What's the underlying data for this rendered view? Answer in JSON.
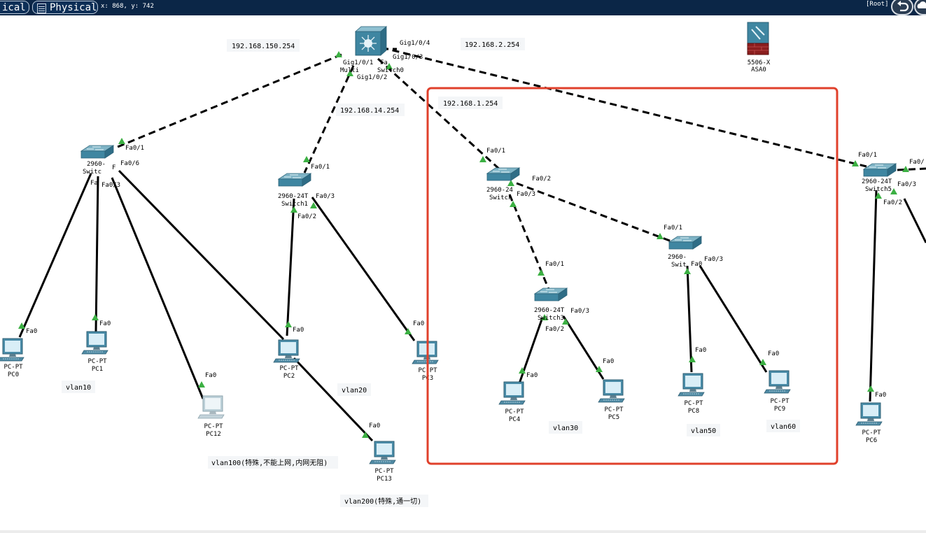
{
  "toolbar": {
    "logical_tab": "ical",
    "physical_tab": "Physical",
    "coords": "x: 868, y: 742",
    "root_label": "[Root]"
  },
  "colors": {
    "toolbar_bg": "#0b2647",
    "cable_color": "#000000",
    "link_indicator": "#3cb043",
    "selection_box": "#e0402b"
  },
  "notes": {
    "n150": "192.168.150.254",
    "n14": "192.168.14.254",
    "n2": "192.168.2.254",
    "n1": "192.168.1.254",
    "vlan10": "vlan10",
    "vlan20": "vlan20",
    "vlan30": "vlan30",
    "vlan50": "vlan50",
    "vlan60": "vlan60",
    "vlan100": "vlan100(特殊,不能上网,内网无阻)",
    "vlan200": "vlan200(特殊,通一切)"
  },
  "devices": {
    "ms": {
      "model": "Multi",
      "name": "Switch0"
    },
    "asa": {
      "model": "5506-X",
      "name": "ASA0"
    },
    "sw0": {
      "model": "2960-",
      "name": "Switc"
    },
    "sw1": {
      "model": "2960-24T",
      "name": "Switch1"
    },
    "sw2": {
      "model": "2960-24",
      "name": "Switch"
    },
    "sw3": {
      "model": "2960-24T",
      "name": "Switch3"
    },
    "sw4": {
      "model": "2960-",
      "name": "Swit"
    },
    "sw5": {
      "model": "2960-24T",
      "name": "Switch5"
    },
    "pc0": {
      "model": "PC-PT",
      "name": "PC0"
    },
    "pc1": {
      "model": "PC-PT",
      "name": "PC1"
    },
    "pc12": {
      "model": "PC-PT",
      "name": "PC12"
    },
    "pc2": {
      "model": "PC-PT",
      "name": "PC2"
    },
    "pc13": {
      "model": "PC-PT",
      "name": "PC13"
    },
    "pc3": {
      "model": "PC-PT",
      "name": "PC3"
    },
    "pc4": {
      "model": "PC-PT",
      "name": "PC4"
    },
    "pc5": {
      "model": "PC-PT",
      "name": "PC5"
    },
    "pc8": {
      "model": "PC-PT",
      "name": "PC8"
    },
    "pc9": {
      "model": "PC-PT",
      "name": "PC9"
    },
    "pc6": {
      "model": "PC-PT",
      "name": "PC6"
    }
  },
  "ports": {
    "ms_g4": "Gig1/0/4",
    "ms_g3": "Gig1/0/3",
    "ms_g1": "Gig1/0/1",
    "ms_g1_suffix": "Fa",
    "ms_g2": "Gig1/0/2",
    "sw0_f1": "Fa0/1",
    "sw0_f6": "Fa0/6",
    "sw0_f6_prefix": "F",
    "sw0_f3": "Fa0/3",
    "sw0_fa": "Fa",
    "sw1_f1": "Fa0/1",
    "sw1_f3": "Fa0/3",
    "sw1_f2": "Fa0/2",
    "sw2_f1": "Fa0/1",
    "sw2_f2": "Fa0/2",
    "sw2_f3": "Fa0/3",
    "sw3_f1": "Fa0/1",
    "sw3_f3": "Fa0/3",
    "sw3_f2": "Fa0/2",
    "sw4_f1": "Fa0/1",
    "sw4_fa": "Fa0",
    "sw4_f3": "Fa0/3",
    "sw5_f1": "Fa0/1",
    "sw5_fa": "Fa0/",
    "sw5_f3": "Fa0/3",
    "sw5_f2": "Fa0/2",
    "pc0": "Fa0",
    "pc1": "Fa0",
    "pc12": "Fa0",
    "pc2": "Fa0",
    "pc13": "Fa0",
    "pc3": "Fa0",
    "pc4": "Fa0",
    "pc5": "Fa0",
    "pc8": "Fa0",
    "pc9": "Fa0",
    "pc6": "Fa0"
  }
}
